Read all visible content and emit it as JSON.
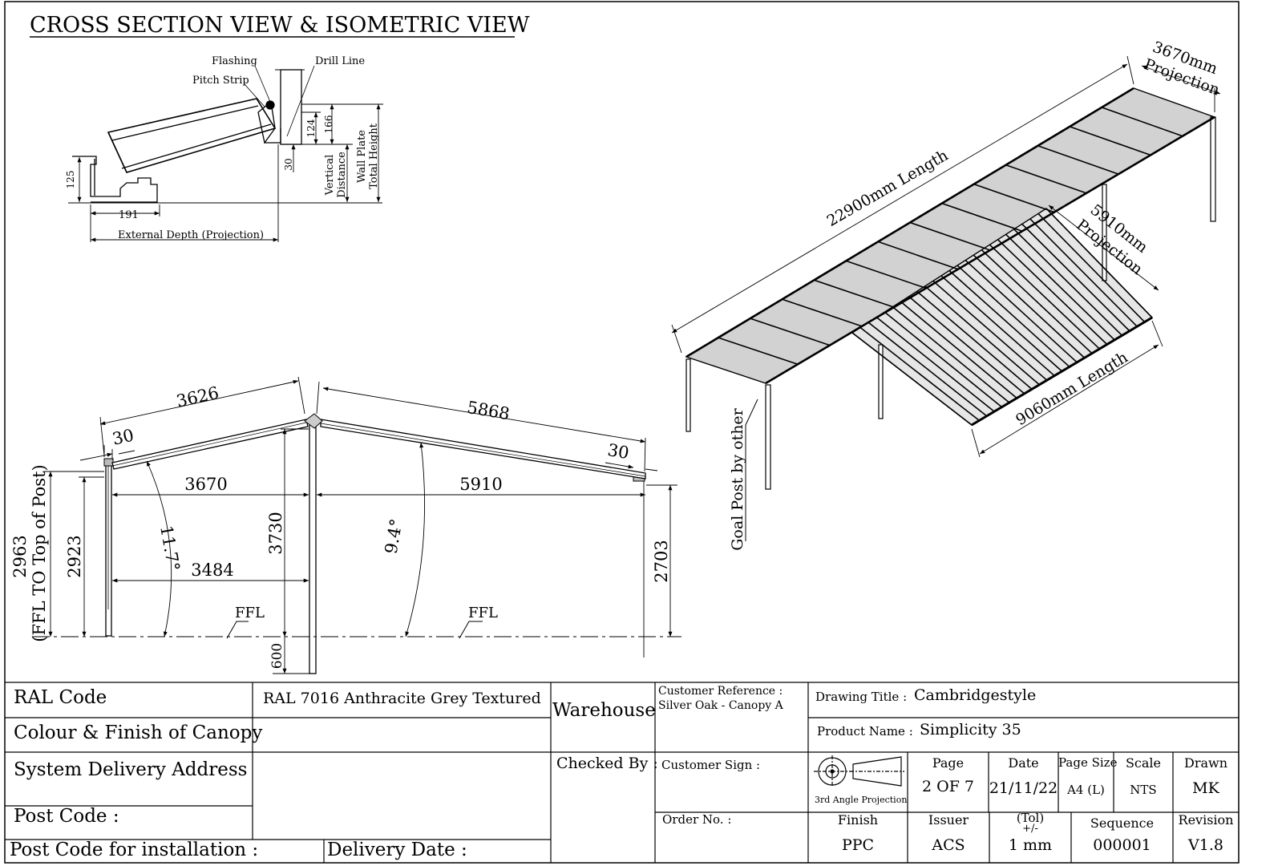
{
  "sheet": {
    "heading": "CROSS SECTION VIEW & ISOMETRIC VIEW"
  },
  "detail": {
    "flashing": "Flashing",
    "drill_line": "Drill Line",
    "pitch_strip": "Pitch Strip",
    "dim_166": "166",
    "dim_124": "124",
    "dim_30": "30",
    "dim_125": "125",
    "dim_191": "191",
    "external_depth": "External Depth (Projection)",
    "vertical_distance_1": "Vertical",
    "vertical_distance_2": "Distance",
    "wall_plate_1": "Wall Plate",
    "wall_plate_2": "Total Height"
  },
  "section": {
    "rafter_left": "3626",
    "rafter_right": "5868",
    "overhang_left": "30",
    "overhang_right": "30",
    "proj_left": "3670",
    "proj_right": "5910",
    "inner_left": "3484",
    "height_left": "2923",
    "height_total_1": "2963",
    "height_total_2": "(FFL TO Top of Post)",
    "height_post": "3730",
    "height_right": "2703",
    "depth_below": "600",
    "angle_left": "11.7°",
    "angle_right": "9.4°",
    "ffl_left": "FFL",
    "ffl_right": "FFL"
  },
  "iso": {
    "length_main": "22900mm Length",
    "proj_main_1": "3670mm",
    "proj_main_2": "Projection",
    "proj_branch_1": "5910mm",
    "proj_branch_2": "Projection",
    "length_branch": "9060mm Length",
    "goal_post": "Goal Post by other",
    "main_bays": 14,
    "branch_rafters": 24
  },
  "title_block": {
    "ral_code_label": "RAL Code",
    "ral_code_value": "RAL 7016 Anthracite Grey Textured",
    "colour_label": "Colour & Finish of Canopy",
    "colour_value": "",
    "delivery_address_label": "System Delivery Address",
    "post_code_label": "Post Code :",
    "post_code_install_label": "Post Code for installation :",
    "delivery_date_label": "Delivery Date :",
    "warehouse_label": "Warehouse",
    "checked_by_label": "Checked By :",
    "customer_reference_label": "Customer Reference :",
    "customer_reference_value": "Silver Oak - Canopy A",
    "customer_sign_label": "Customer Sign :",
    "order_no_label": "Order No. :",
    "drawing_title_label": "Drawing Title :",
    "drawing_title_value": "Cambridgestyle",
    "product_name_label": "Product Name :",
    "product_name_value": "Simplicity 35",
    "projection_label": "3rd Angle Projection",
    "page_label": "Page",
    "page_value": "2 OF 7",
    "date_label": "Date",
    "date_value": "21/11/22",
    "page_size_label": "Page Size",
    "page_size_value": "A4 (L)",
    "scale_label": "Scale",
    "scale_value": "NTS",
    "drawn_label": "Drawn",
    "drawn_value": "MK",
    "finish_label": "Finish",
    "finish_value": "PPC",
    "issuer_label": "Issuer",
    "issuer_value": "ACS",
    "tol_label_1": "(Tol)",
    "tol_label_2": "+/-",
    "tol_value": "1 mm",
    "sequence_label": "Sequence",
    "sequence_value": "000001",
    "revision_label": "Revision",
    "revision_value": "V1.8"
  }
}
